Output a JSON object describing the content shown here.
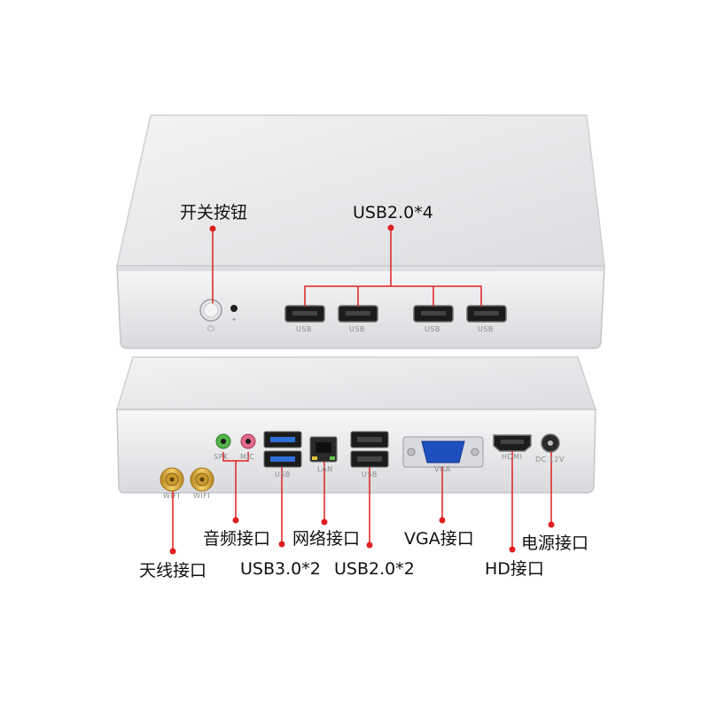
{
  "front_labels": {
    "power_button": "开关按钮",
    "usb_front": "USB2.0*4"
  },
  "front_port_text": [
    "USB",
    "USB",
    "USB",
    "USB"
  ],
  "rear_port_text": {
    "spk": "SPK",
    "mic": "MIC",
    "usb3": "USB",
    "lan": "LAN",
    "usb2": "USB",
    "vga": "VGA",
    "hdmi": "HDMI",
    "dc": "DC 12V",
    "wifi_left": "WIFI",
    "wifi_right": "WIFI"
  },
  "rear_labels": {
    "audio": "音频接口",
    "network": "网络接口",
    "vga": "VGA接口",
    "power": "电源接口",
    "antenna": "天线接口",
    "usb3": "USB3.0*2",
    "usb2": "USB2.0*2",
    "hd": "HD接口"
  },
  "colors": {
    "callout": "#e02020",
    "body": "#e9eaec",
    "usb3_blue": "#2f6fd6",
    "vga_blue": "#1f4fbf",
    "antenna_gold": "#d8a93a"
  }
}
